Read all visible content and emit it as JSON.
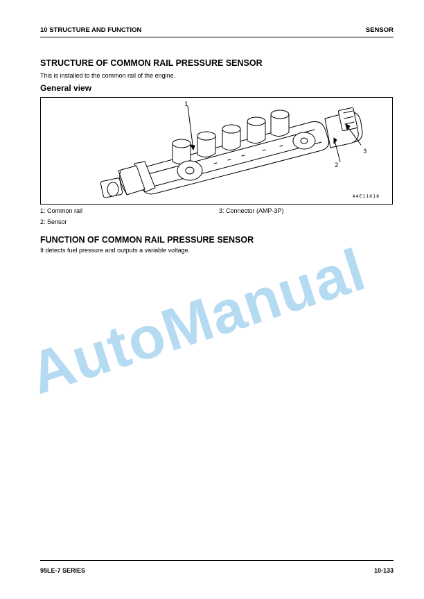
{
  "header": {
    "left": "10 STRUCTURE AND FUNCTION",
    "right": "SENSOR"
  },
  "structure": {
    "title": "STRUCTURE OF COMMON RAIL PRESSURE SENSOR",
    "text": "This is installed to the common rail of the engine.",
    "subheading": "General view"
  },
  "figure": {
    "code": "A4E11618",
    "callouts": [
      "1",
      "2",
      "3"
    ]
  },
  "legend": {
    "item1": "1: Common rail",
    "item2": "2: Sensor",
    "item3": "3: Connector (AMP-3P)"
  },
  "function": {
    "title": "FUNCTION OF COMMON RAIL PRESSURE SENSOR",
    "text": "It detects fuel pressure and outputs a variable voltage."
  },
  "watermark": "AutoManual",
  "footer": {
    "left": "95LE-7 SERIES",
    "right": "10-133"
  }
}
